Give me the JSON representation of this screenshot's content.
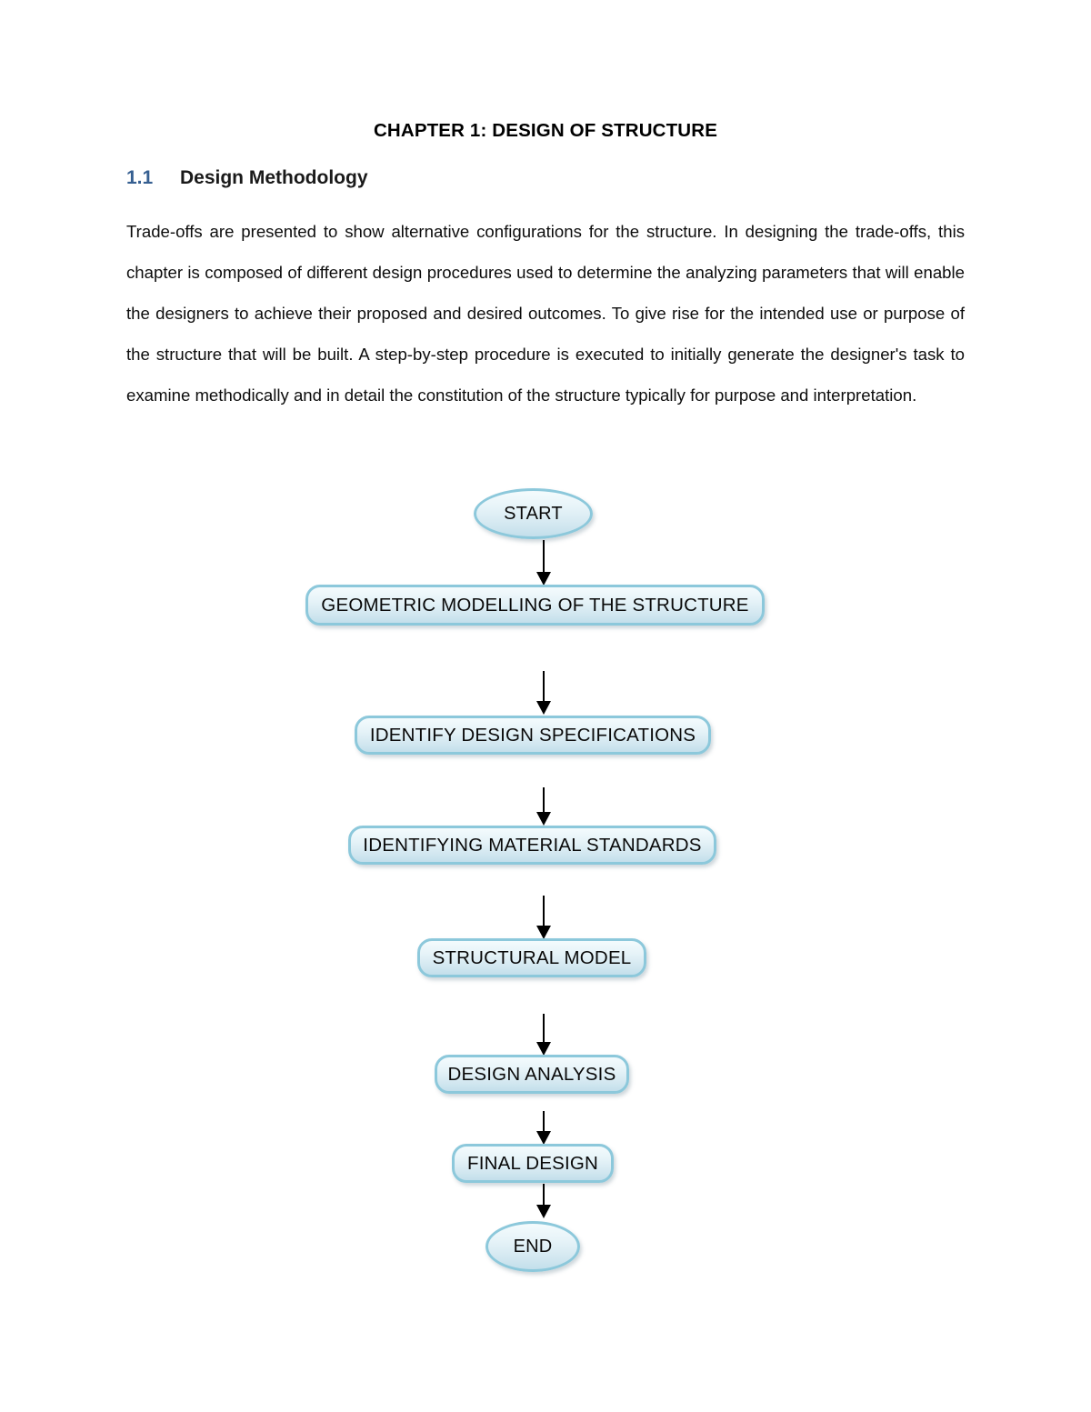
{
  "document": {
    "chapter_title": "CHAPTER 1: DESIGN OF STRUCTURE",
    "section_number": "1.1",
    "section_title": "Design Methodology",
    "section_number_color": "#365f91",
    "body_paragraph": "Trade-offs are presented to show alternative configurations for the structure. In designing the trade-offs, this chapter is composed of different design procedures used to determine the analyzing parameters that will enable the designers to achieve their proposed and desired outcomes. To give rise for the intended use or purpose of the structure that will be built. A step-by-step procedure is executed to initially generate the designer's task to examine methodically and in detail the constitution of the structure typically for purpose and interpretation."
  },
  "flowchart": {
    "fill_top_color": "#f4fbfd",
    "fill_bottom_color": "#c3dfeb",
    "border_color": "#8cc8db",
    "arrow_color": "#000000",
    "nodes": [
      {
        "id": "start",
        "shape": "ellipse",
        "label": "START"
      },
      {
        "id": "geometric",
        "shape": "rectangle",
        "label": "GEOMETRIC MODELLING OF THE STRUCTURE"
      },
      {
        "id": "identify-specs",
        "shape": "rectangle",
        "label": "IDENTIFY DESIGN SPECIFICATIONS"
      },
      {
        "id": "material",
        "shape": "rectangle",
        "label": "IDENTIFYING MATERIAL STANDARDS"
      },
      {
        "id": "structural",
        "shape": "rectangle",
        "label": "STRUCTURAL MODEL"
      },
      {
        "id": "analysis",
        "shape": "rectangle",
        "label": "DESIGN ANALYSIS"
      },
      {
        "id": "final",
        "shape": "rectangle",
        "label": "FINAL DESIGN"
      },
      {
        "id": "end",
        "shape": "ellipse",
        "label": "END"
      }
    ],
    "edges": [
      {
        "from": "start",
        "to": "geometric"
      },
      {
        "from": "geometric",
        "to": "identify-specs"
      },
      {
        "from": "identify-specs",
        "to": "material"
      },
      {
        "from": "material",
        "to": "structural"
      },
      {
        "from": "structural",
        "to": "analysis"
      },
      {
        "from": "analysis",
        "to": "final"
      },
      {
        "from": "final",
        "to": "end"
      }
    ]
  }
}
